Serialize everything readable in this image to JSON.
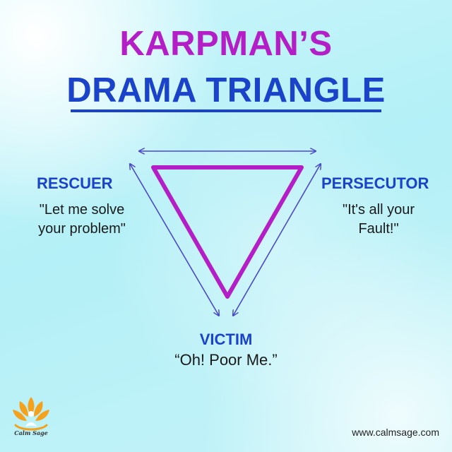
{
  "title": {
    "line1": "KARPMAN’S",
    "line2": "DRAMA TRIANGLE"
  },
  "roles": {
    "rescuer": {
      "name": "RESCUER",
      "quote_line1": "\"Let me solve",
      "quote_line2": "your problem\""
    },
    "persecutor": {
      "name": "PERSECUTOR",
      "quote_line1": "\"It's all your",
      "quote_line2": "Fault!\""
    },
    "victim": {
      "name": "VICTIM",
      "quote": "“Oh! Poor Me.”"
    }
  },
  "brand": {
    "logo_text": "Calm Sage",
    "website": "www.calmsage.com"
  },
  "colors": {
    "title_primary": "#b41ec6",
    "title_secondary": "#1b43c9",
    "triangle": "#b41ec6",
    "arrows": "#4b49c8",
    "logo": "#f4a21e"
  },
  "icons": {
    "logo": "lotus-meditation-icon"
  }
}
